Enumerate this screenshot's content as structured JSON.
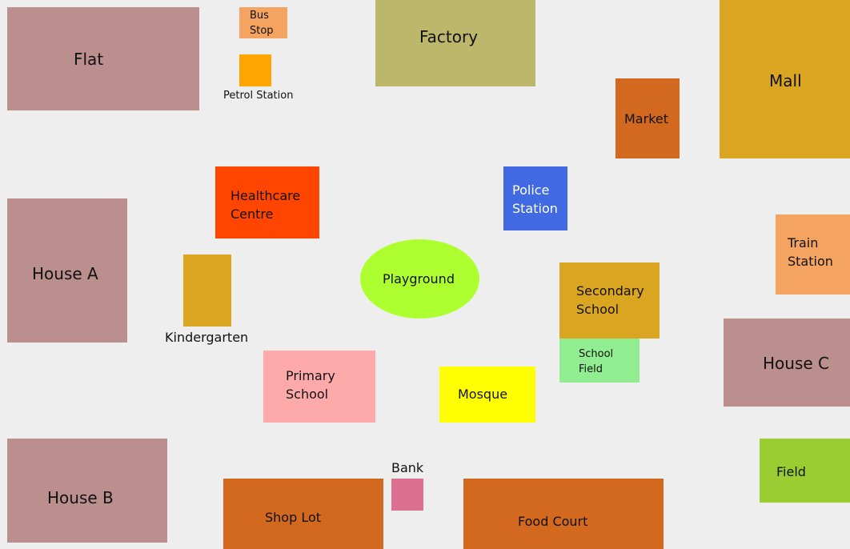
{
  "places": {
    "flat": {
      "label": "Flat",
      "color": "#bc8f8f"
    },
    "bus_stop": {
      "label": "Bus\nStop",
      "color": "#f4a460"
    },
    "petrol_station": {
      "label": "Petrol Station",
      "color": "#ffa500"
    },
    "factory": {
      "label": "Factory",
      "color": "#bdb76b"
    },
    "mall": {
      "label": "Mall",
      "color": "#daa520"
    },
    "market": {
      "label": "Market",
      "color": "#d2691e"
    },
    "healthcare_centre": {
      "label": "Healthcare\nCentre",
      "color": "#ff4500"
    },
    "police_station": {
      "label": "Police\nStation",
      "color": "#4169e1"
    },
    "train_station": {
      "label": "Train\nStation",
      "color": "#f4a460"
    },
    "house_a": {
      "label": "House A",
      "color": "#bc8f8f"
    },
    "kindergarten": {
      "label": "Kindergarten",
      "color": "#daa520"
    },
    "playground": {
      "label": "Playground",
      "color": "#adff2f"
    },
    "secondary_school": {
      "label": "Secondary\nSchool",
      "color": "#daa520"
    },
    "school_field": {
      "label": "School\nField",
      "color": "#90ee90"
    },
    "house_c": {
      "label": "House C",
      "color": "#bc8f8f"
    },
    "primary_school": {
      "label": "Primary\nSchool",
      "color": "#ffaaaa"
    },
    "mosque": {
      "label": "Mosque",
      "color": "#ffff00"
    },
    "house_b": {
      "label": "House B",
      "color": "#bc8f8f"
    },
    "bank": {
      "label": "Bank",
      "color": "#db7093"
    },
    "shop_lot": {
      "label": "Shop Lot",
      "color": "#d2691e"
    },
    "food_court": {
      "label": "Food Court",
      "color": "#d2691e"
    },
    "field": {
      "label": "Field",
      "color": "#9acd32"
    }
  }
}
